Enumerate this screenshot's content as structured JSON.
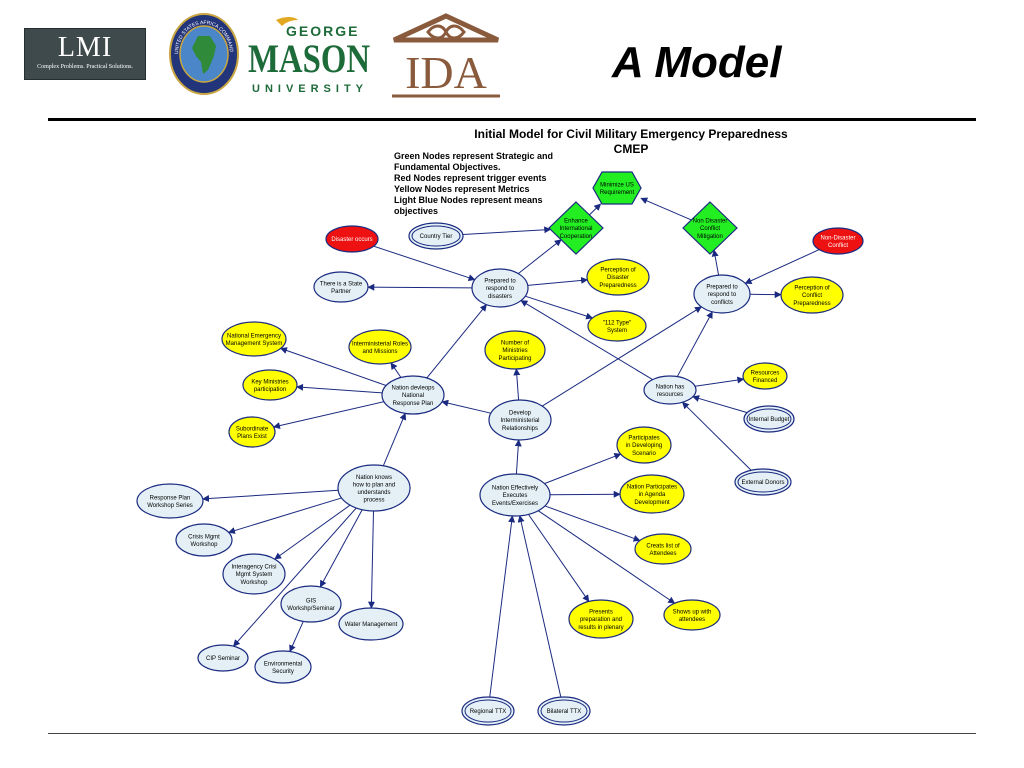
{
  "header": {
    "title": "A Model",
    "lmi": {
      "big": "LMI",
      "small": "Complex Problems. Practical Solutions."
    },
    "seal_text": "UNITED STATES AFRICA COMMAND",
    "gmu": {
      "top": "GEORGE",
      "main": "MASON",
      "bottom": "UNIVERSITY"
    },
    "ida": "IDA"
  },
  "diagram": {
    "title": "Initial Model for Civil Military Emergency Preparedness",
    "subtitle": "CMEP",
    "legend": [
      "Green Nodes represent Strategic and",
      "Fundamental Objectives.",
      "Red Nodes represent trigger events",
      "Yellow Nodes represent Metrics",
      "Light Blue Nodes represent means",
      "objectives"
    ],
    "colors": {
      "green": "#22ee22",
      "red": "#ee1111",
      "yellow": "#ffff00",
      "blue": "#e4f0f6",
      "edge": "#1a2a80",
      "border": "#1a2a80"
    },
    "nodes": {
      "min_us": {
        "lines": [
          "Minimize US",
          "Requirement"
        ]
      },
      "enhance": {
        "lines": [
          "Enhance",
          "International",
          "Cooperation"
        ]
      },
      "nondis": {
        "lines": [
          "Non Disaster",
          "Conflict",
          "Mitigation"
        ]
      },
      "disaster": {
        "lines": [
          "Disaster occurs"
        ]
      },
      "ndconf": {
        "lines": [
          "Non-Disaster",
          "Conflict"
        ]
      },
      "country": {
        "lines": [
          "Country Tier"
        ]
      },
      "prep_dis": {
        "lines": [
          "Prepared to",
          "respond to",
          "disasters"
        ]
      },
      "perc_dis": {
        "lines": [
          "Perception of",
          "Disaster",
          "Preparedness"
        ]
      },
      "state": {
        "lines": [
          "There is a State",
          "Partner"
        ]
      },
      "t112": {
        "lines": [
          "\"112 Type\"",
          "System"
        ]
      },
      "prep_con": {
        "lines": [
          "Prepared to",
          "respond to",
          "conflicts"
        ]
      },
      "perc_con": {
        "lines": [
          "Perception of",
          "Conflict",
          "Preparedness"
        ]
      },
      "nems": {
        "lines": [
          "National Emergency",
          "Management System"
        ]
      },
      "inter_roles": {
        "lines": [
          "Interministerial Roles",
          "and Missions"
        ]
      },
      "num_min": {
        "lines": [
          "Number of",
          "Ministries",
          "Participating"
        ]
      },
      "key_min": {
        "lines": [
          "Key Ministries",
          "participation"
        ]
      },
      "ndnrp": {
        "lines": [
          "Nation devleops",
          "National",
          "Response Plan"
        ]
      },
      "has_res": {
        "lines": [
          "Nation has",
          "resources"
        ]
      },
      "res_fin": {
        "lines": [
          "Resources",
          "Financed"
        ]
      },
      "budget": {
        "lines": [
          "Internal Budget"
        ]
      },
      "subplans": {
        "lines": [
          "Subordinate",
          "Plans Exist"
        ]
      },
      "dev_rel": {
        "lines": [
          "Develop",
          "Interministerial",
          "Relationships"
        ]
      },
      "part_dev": {
        "lines": [
          "Participates",
          "in Developing",
          "Scenario"
        ]
      },
      "knows": {
        "lines": [
          "Nation knows",
          "how to plan and",
          "understands",
          "process"
        ]
      },
      "exec": {
        "lines": [
          "Nation Effectively",
          "Executes",
          "Events/Exercises"
        ]
      },
      "agenda": {
        "lines": [
          "Nation Participates",
          "in Agenda",
          "Development"
        ]
      },
      "ext_don": {
        "lines": [
          "External Donors"
        ]
      },
      "rpws": {
        "lines": [
          "Response Plan",
          "Workshop Series"
        ]
      },
      "crisis": {
        "lines": [
          "Crisis Mgmt",
          "Workshop"
        ]
      },
      "attend": {
        "lines": [
          "Creats list of",
          "Attendees"
        ]
      },
      "icmsw": {
        "lines": [
          "Interagency Crisi",
          "Mgmt System",
          "Workshop"
        ]
      },
      "gis": {
        "lines": [
          "GIS",
          "Workshp/Seminar"
        ]
      },
      "water": {
        "lines": [
          "Water Management"
        ]
      },
      "presents": {
        "lines": [
          "Presents",
          "preparation and",
          "results in plenary"
        ]
      },
      "shows": {
        "lines": [
          "Shows up with",
          "attendees"
        ]
      },
      "cip": {
        "lines": [
          "CIP Seminar"
        ]
      },
      "env": {
        "lines": [
          "Environmental",
          "Security"
        ]
      },
      "regional": {
        "lines": [
          "Regional TTX"
        ]
      },
      "bilateral": {
        "lines": [
          "Bilateral TTX"
        ]
      }
    }
  }
}
